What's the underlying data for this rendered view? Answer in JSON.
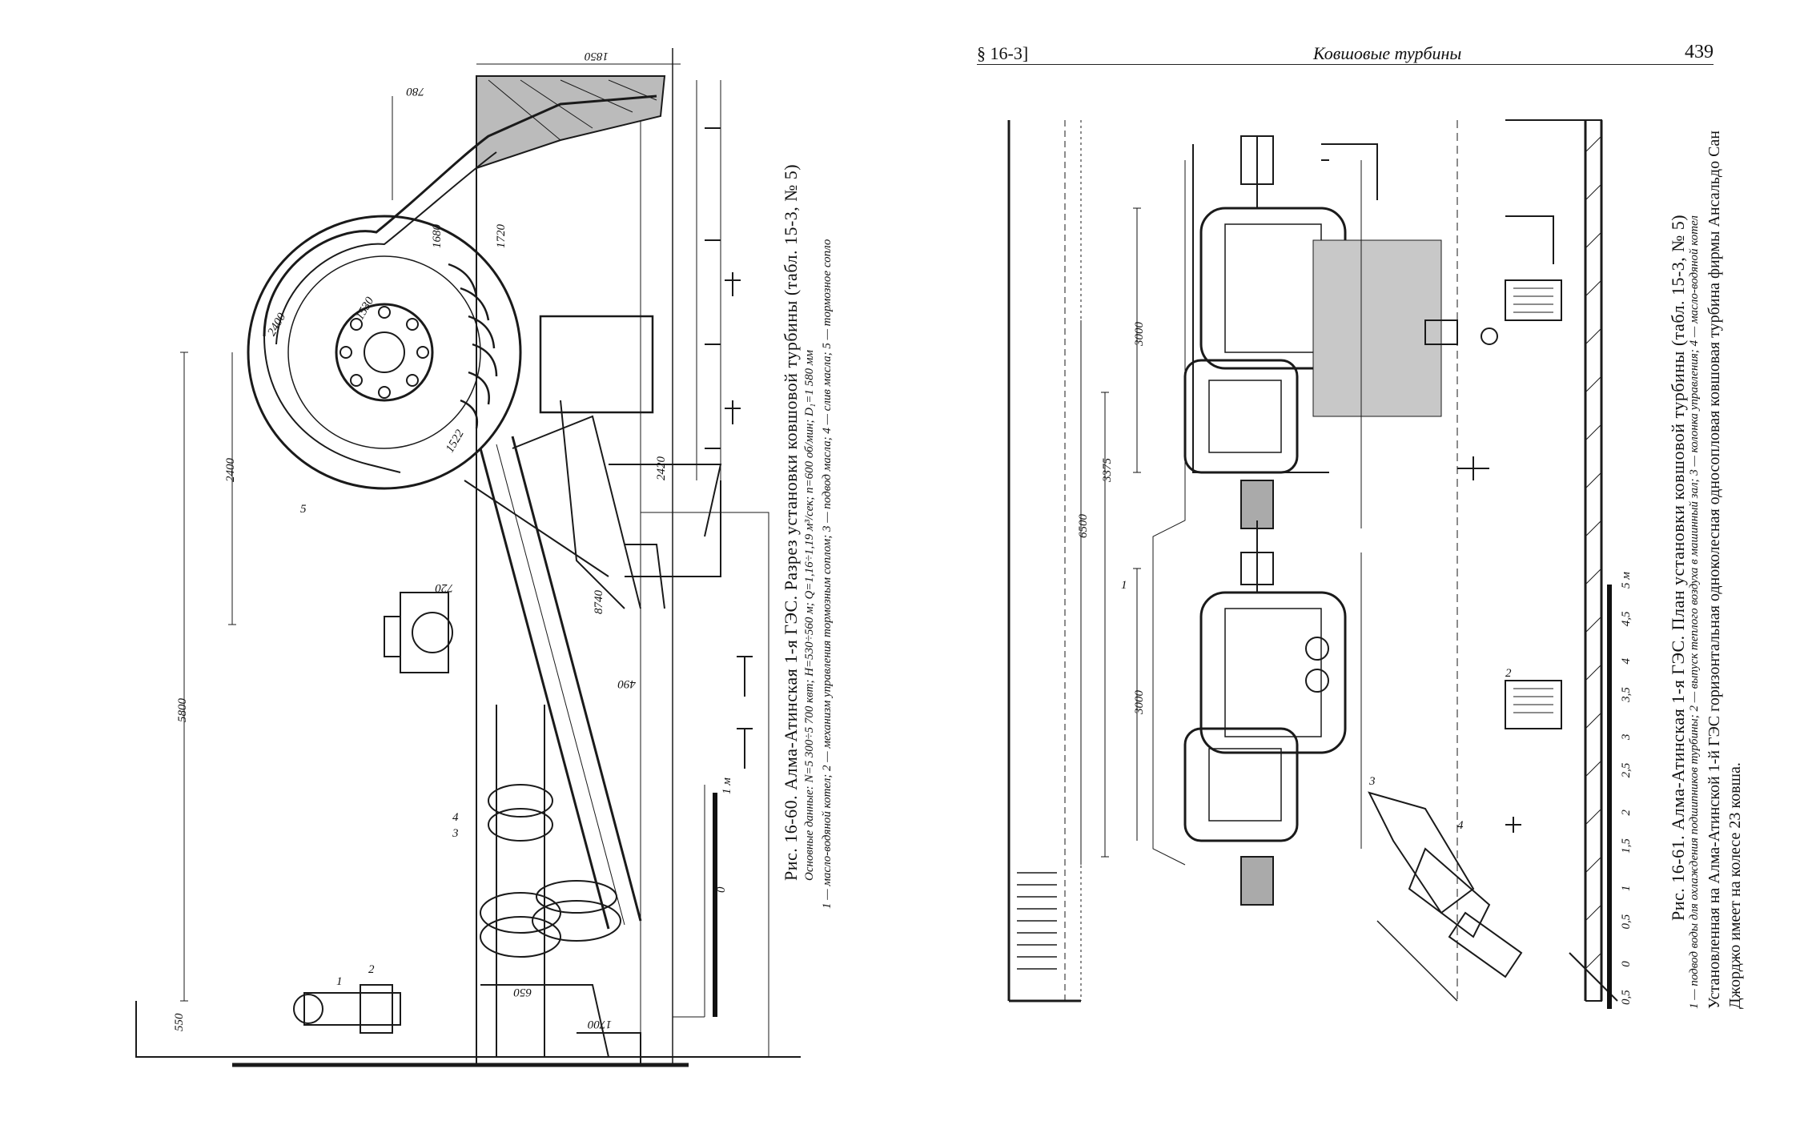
{
  "header": {
    "section": "§ 16-3]",
    "title": "Ковшовые турбины",
    "page_number": "439"
  },
  "figure_60": {
    "caption": "Рис. 16-60. Алма-Атинская 1-я ГЭС. Разрез установки ковшовой турбины (табл. 15-3, № 5)",
    "data_line": "Основные данные: N=5 300÷5 700 квт; H=530÷560 м; Q=1,16÷1,19 м³/сек; n=600 об/мин; D₁=1 580 мм",
    "legend": "1 — масло-водяной котел; 2 — механизм управления тормозным соплом; 3 — подвод масла; 4 — слив масла; 5 — тормозное сопло",
    "dimensions": {
      "d1850": "1850",
      "d780": "780",
      "d1720": "1720",
      "d2400": "2400",
      "d5800": "5800",
      "d550": "550",
      "d720": "720",
      "d1530": "1530",
      "d1680": "1680",
      "d2420": "2420",
      "d8740": "8740",
      "d490": "490",
      "d650": "650",
      "d1700": "1700",
      "d1522": "1522",
      "d2400b": "2400",
      "scale_0": "0",
      "scale_1": "1 м"
    },
    "labels": {
      "l1": "1",
      "l2": "2",
      "l3": "3",
      "l4": "4",
      "l5": "5"
    }
  },
  "figure_61": {
    "caption": "Рис. 16-61. Алма-Атинская 1-я ГЭС. План установки ковшовой турбины (табл. 15-3, № 5)",
    "legend": "1 — подвод воды для охлаждения подшипников турбины; 2 — выпуск теплого воздуха в машинный зал; 3 — колонка управления; 4 — масло-водяной котел",
    "body_line1": "Установленная на Алма-Атинской 1-й ГЭС горизонтальная одноколесная односопловая ковшовая турбина фирмы Ансальдо Сан",
    "body_line2": "Джорджо имеет на колесе 23 ковша.",
    "dimensions": {
      "d3000a": "3000",
      "d3000b": "3000",
      "d3375": "3375",
      "d6500": "6500"
    },
    "scale": [
      "0,5",
      "0",
      "0,5",
      "1",
      "1,5",
      "2",
      "2,5",
      "3",
      "3,5",
      "4",
      "4,5",
      "5 м"
    ],
    "labels": {
      "l1": "1",
      "l2": "2",
      "l3": "3",
      "l4": "4"
    }
  }
}
